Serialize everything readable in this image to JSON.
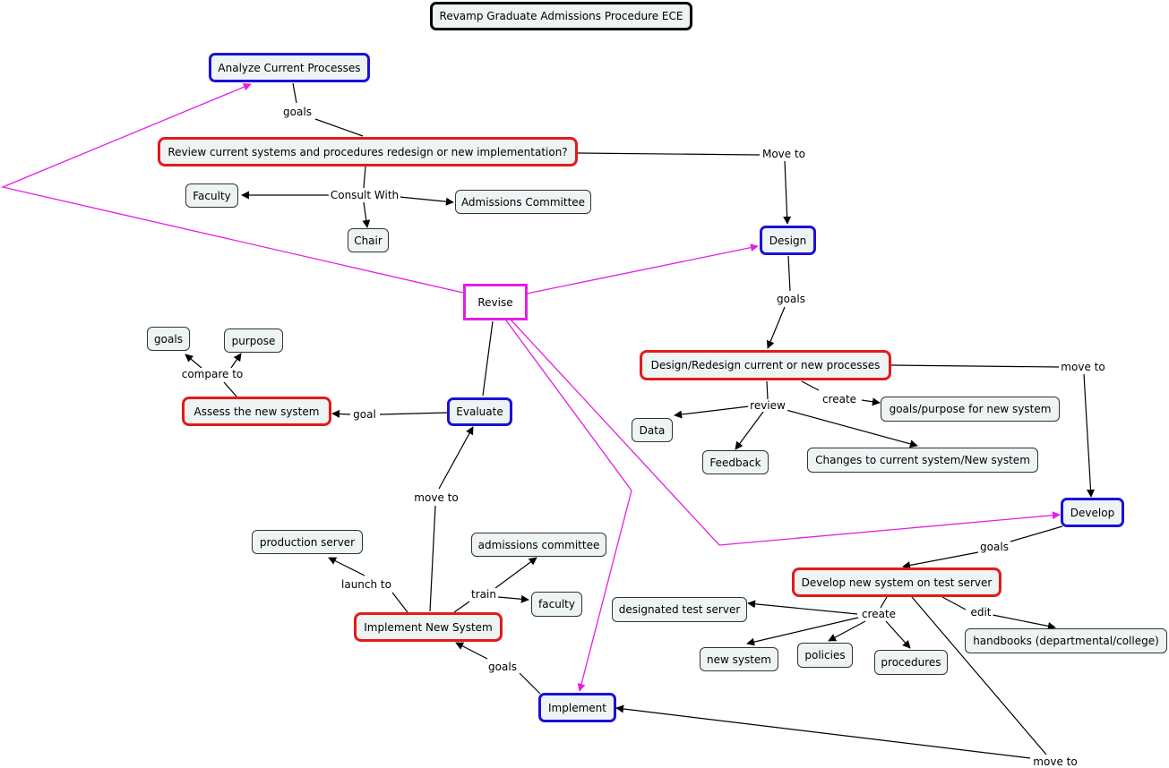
{
  "title": "Revamp Graduate Admissions Procedure ECE",
  "nodes": {
    "analyze": "Analyze Current Processes",
    "review": "Review current systems and procedures redesign or new implementation?",
    "faculty1": "Faculty",
    "admissions_committee": "Admissions Committee",
    "chair": "Chair",
    "design": "Design",
    "revise": "Revise",
    "goals": "goals",
    "purpose": "purpose",
    "assess": "Assess the new system",
    "evaluate": "Evaluate",
    "design_redesign": "Design/Redesign current or new processes",
    "goals_purpose": "goals/purpose for new system",
    "data": "Data",
    "feedback": "Feedback",
    "changes": "Changes to current system/New system",
    "develop": "Develop",
    "production_server": "production server",
    "admissions_committee2": "admissions committee",
    "faculty2": "faculty",
    "implement_new": "Implement New System",
    "develop_new": "Develop new system on test server",
    "designated_test_server": "designated test server",
    "handbooks": "handbooks (departmental/college)",
    "new_system": "new system",
    "policies": "policies",
    "procedures": "procedures",
    "implement": "Implement"
  },
  "links": {
    "goals_analyze": "goals",
    "consult_with": "Consult With",
    "move_to_design": "Move to",
    "goals_design": "goals",
    "compare_to": "compare to",
    "goal_evaluate": "goal",
    "move_to_develop": "move to",
    "create_design": "create",
    "review_design": "review",
    "move_to_evaluate": "move to",
    "goals_develop": "goals",
    "launch_to": "launch to",
    "train": "train",
    "create_develop": "create",
    "edit": "edit",
    "goals_implement": "goals",
    "move_to_implement": "move to"
  },
  "colors": {
    "core_border": "#1b10d8",
    "goal_border": "#e31a1a",
    "revise_border": "#e51ee5",
    "node_fill": "#eef3f4"
  }
}
